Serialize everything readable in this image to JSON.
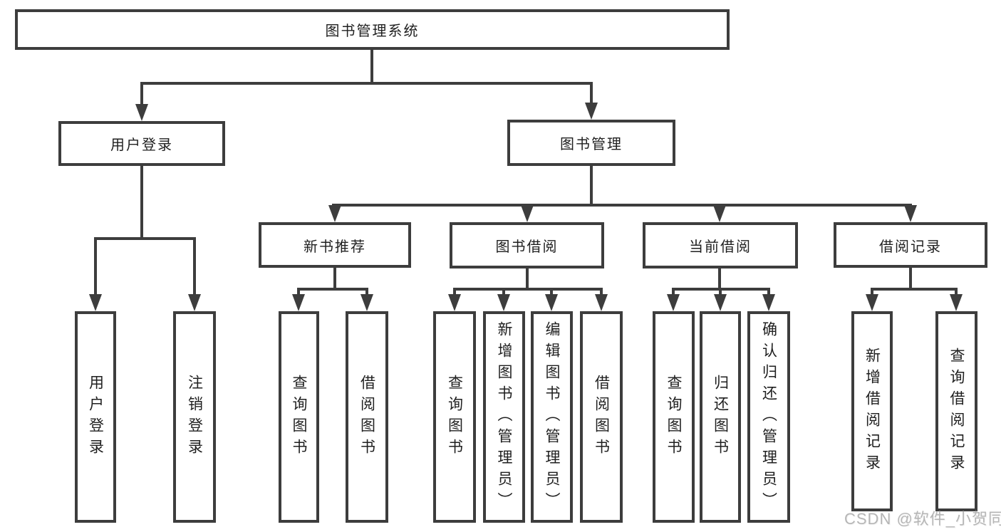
{
  "colors": {
    "line": "#3d3d3d",
    "box_border": "#3d3d3d",
    "text": "#1f1f1f",
    "background": "#ffffff",
    "watermark": "#b6b6b6"
  },
  "watermark": {
    "text": "CSDN @软件_小贺同学"
  },
  "tree": {
    "root": {
      "label": "图书管理系统",
      "children": [
        {
          "label": "用户登录",
          "children": [
            {
              "label": "用户登录"
            },
            {
              "label": "注销登录"
            }
          ]
        },
        {
          "label": "图书管理",
          "children": [
            {
              "label": "新书推荐",
              "children": [
                {
                  "label": "查询图书"
                },
                {
                  "label": "借阅图书"
                }
              ]
            },
            {
              "label": "图书借阅",
              "children": [
                {
                  "label": "查询图书"
                },
                {
                  "label": "新增图书（管理员）"
                },
                {
                  "label": "编辑图书（管理员）"
                },
                {
                  "label": "借阅图书"
                }
              ]
            },
            {
              "label": "当前借阅",
              "children": [
                {
                  "label": "查询图书"
                },
                {
                  "label": "归还图书"
                },
                {
                  "label": "确认归还（管理员）"
                }
              ]
            },
            {
              "label": "借阅记录",
              "children": [
                {
                  "label": "新增借阅记录"
                },
                {
                  "label": "查询借阅记录"
                }
              ]
            }
          ]
        }
      ]
    }
  }
}
